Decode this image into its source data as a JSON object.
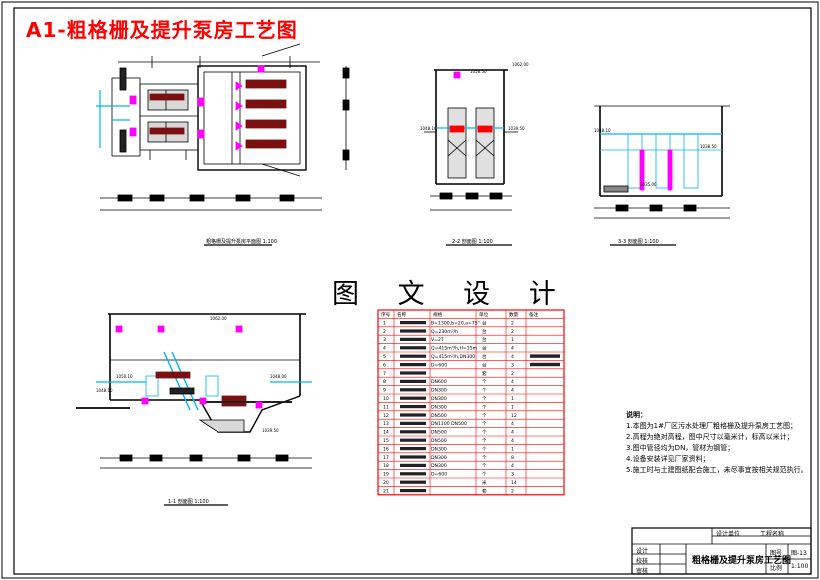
{
  "drawing": {
    "title": "A1-粗格栅及提升泵房工艺图",
    "watermark": "图 文 设 计",
    "views": {
      "plan": "粗格栅及提升泵房平面图 1:100",
      "section22": "2-2 剖面图 1:100",
      "section33": "3-3 剖面图 1:100",
      "section11": "1-1 剖面图 1:100"
    },
    "elevations": {
      "s22_top": "1062.00",
      "s22_sub": "1058.50",
      "s22_left": "1048.10",
      "s22_right": "1039.50",
      "s33_a": "1048.10",
      "s33_b": "1038.50",
      "s33_c": "1035.00",
      "s11_top": "1062.00",
      "s11_a": "1050.10",
      "s11_b": "1048.10",
      "s11_c": "1048.00",
      "s11_d": "1039.50"
    }
  },
  "equipment_table": {
    "headers": [
      "序号",
      "名称",
      "规格",
      "单位",
      "数量",
      "备注"
    ],
    "rows": [
      {
        "no": "1",
        "spec": "B=1300,b=20,a=75°",
        "unit": "台",
        "qty": "2"
      },
      {
        "no": "2",
        "spec": "Q=230m³/h",
        "unit": "台",
        "qty": "2"
      },
      {
        "no": "3",
        "spec": "V=2T",
        "unit": "台",
        "qty": "1"
      },
      {
        "no": "4",
        "spec": "Q=415m³/h,H=15m",
        "unit": "台",
        "qty": "4"
      },
      {
        "no": "5",
        "spec": "Q=415m³/h,DN300",
        "unit": "台",
        "qty": "4"
      },
      {
        "no": "6",
        "spec": "D=600",
        "unit": "台",
        "qty": "3"
      },
      {
        "no": "7",
        "spec": "",
        "unit": "套",
        "qty": "2"
      },
      {
        "no": "8",
        "spec": "DN600",
        "unit": "个",
        "qty": "4"
      },
      {
        "no": "9",
        "spec": "DN300",
        "unit": "个",
        "qty": "4"
      },
      {
        "no": "10",
        "spec": "DN300",
        "unit": "个",
        "qty": "1"
      },
      {
        "no": "11",
        "spec": "DN300",
        "unit": "个",
        "qty": "1"
      },
      {
        "no": "12",
        "spec": "DN500",
        "unit": "个",
        "qty": "12"
      },
      {
        "no": "13",
        "spec": "DN1100 DN500",
        "unit": "个",
        "qty": "4"
      },
      {
        "no": "14",
        "spec": "DN500",
        "unit": "个",
        "qty": "4"
      },
      {
        "no": "15",
        "spec": "DN500",
        "unit": "个",
        "qty": "4"
      },
      {
        "no": "16",
        "spec": "DN300",
        "unit": "个",
        "qty": "1"
      },
      {
        "no": "17",
        "spec": "DN300",
        "unit": "个",
        "qty": "8"
      },
      {
        "no": "18",
        "spec": "DN300",
        "unit": "个",
        "qty": "4"
      },
      {
        "no": "19",
        "spec": "D=600",
        "unit": "个",
        "qty": "3"
      },
      {
        "no": "20",
        "spec": "",
        "unit": "米",
        "qty": "14"
      },
      {
        "no": "21",
        "spec": "",
        "unit": "套",
        "qty": "2"
      }
    ]
  },
  "notes": {
    "heading": "说明：",
    "items": [
      "1.本图为1#厂区污水处理厂粗格栅及提升泵房工艺图；",
      "2.高程为绝对高程，图中尺寸以毫米计，标高以米计；",
      "3.图中管径均为DN，管材为钢管；",
      "4.设备安装详见厂家资料；",
      "5.施工时与土建图纸配合施工，未尽事宜按相关规范执行。"
    ]
  },
  "title_block": {
    "project": "设计单位",
    "project2": "工程名称",
    "designer": "设计",
    "checker": "校核",
    "approver": "审核",
    "drawing_name": "粗格栅及提升泵房工艺图",
    "no_label": "图号",
    "no_value": "图-13",
    "scale_label": "比例",
    "scale_value": "1:100"
  }
}
